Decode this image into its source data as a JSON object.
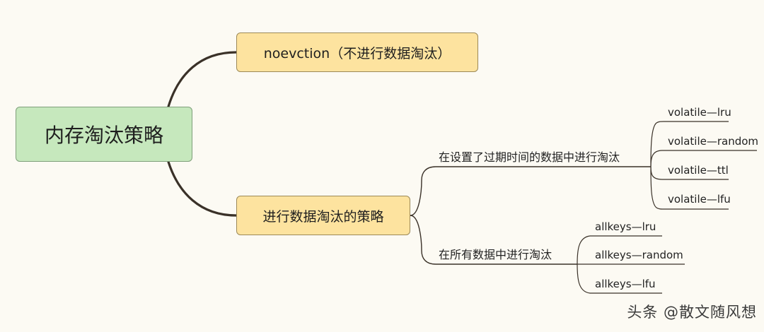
{
  "root": {
    "label": "内存淘汰策略"
  },
  "branches": [
    {
      "label": "noevction（不进行数据淘汰）"
    },
    {
      "label": "进行数据淘汰的策略",
      "children": [
        {
          "label": "在设置了过期时间的数据中进行淘汰",
          "children": [
            "volatile—lru",
            "volatile—random",
            "volatile—ttl",
            "volatile—lfu"
          ]
        },
        {
          "label": "在所有数据中进行淘汰",
          "children": [
            "allkeys—lru",
            "allkeys—random",
            "allkeys—lfu"
          ]
        }
      ]
    }
  ],
  "watermark": "头条 @散文随风想",
  "colors": {
    "root_fill": "#c6e8bd",
    "branch_fill": "#fde39f",
    "connector": "#3a3128",
    "background": "#fcfaf3"
  }
}
